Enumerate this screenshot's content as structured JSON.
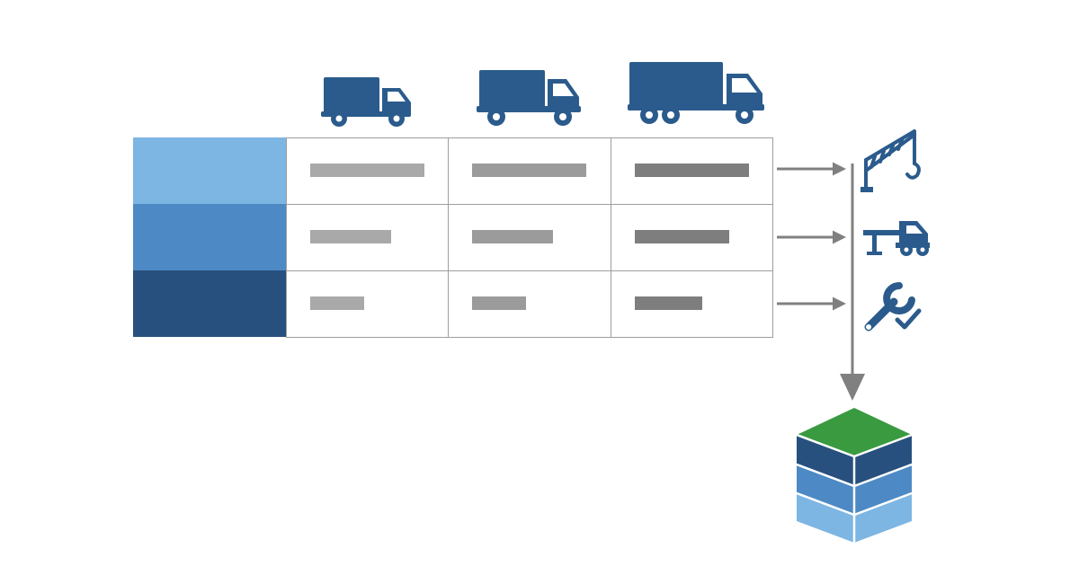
{
  "colors": {
    "truck": "#2b5b8c",
    "band_light": "#7db5e3",
    "band_mid": "#4d89c4",
    "band_dark": "#27507e",
    "grid_line": "#9e9e9e",
    "bar_col_1": "#a9a9a9",
    "bar_col_2": "#9b9b9b",
    "bar_col_3": "#7e7e7e",
    "arrow": "#808080",
    "cube_top": "#3a9a40",
    "cube_dark": "#27507e",
    "cube_mid": "#4d89c4",
    "cube_light": "#7db5e3",
    "service_icon": "#2b5b8c"
  },
  "trucks": [
    {
      "name": "small-truck-icon",
      "size": "small"
    },
    {
      "name": "medium-truck-icon",
      "size": "medium"
    },
    {
      "name": "large-truck-icon",
      "size": "large"
    }
  ],
  "rows": [
    {
      "band": "band_light",
      "bar_fill": [
        0.85,
        0.85,
        0.85
      ]
    },
    {
      "band": "band_mid",
      "bar_fill": [
        0.6,
        0.6,
        0.7
      ]
    },
    {
      "band": "band_dark",
      "bar_fill": [
        0.4,
        0.4,
        0.5
      ]
    }
  ],
  "services": [
    {
      "name": "crane-icon"
    },
    {
      "name": "tow-truck-icon"
    },
    {
      "name": "wrench-check-icon"
    }
  ],
  "output": {
    "name": "stacked-cube-icon",
    "layers": [
      "cube_dark",
      "cube_mid",
      "cube_light"
    ]
  }
}
